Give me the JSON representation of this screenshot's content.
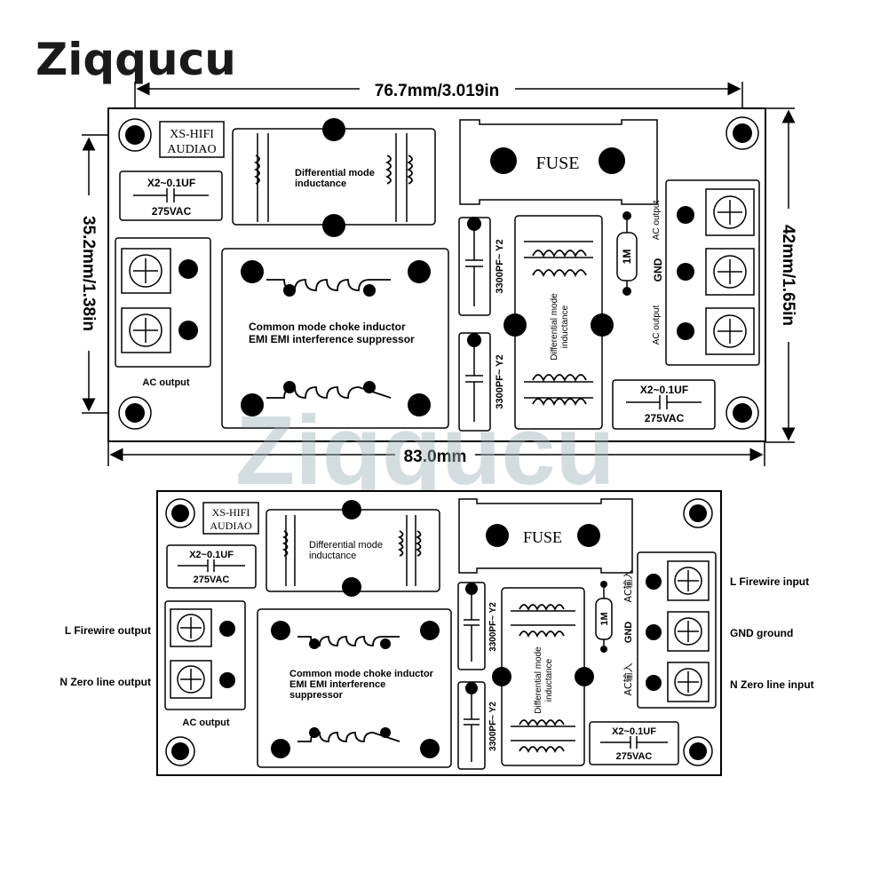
{
  "brand": {
    "logo": "Ziqqucu",
    "watermark": "Ziqqucu",
    "logo_color": "#0a8a7a"
  },
  "dimensions": {
    "top_width": "76.7mm/3.019in",
    "bottom_width": "83.0mm",
    "left_height": "35.2mm/1.38in",
    "right_height": "42mm/1.65in"
  },
  "top_board": {
    "brand_line1": "XS-HIFI",
    "brand_line2": "AUDIAO",
    "cap_x2_left": {
      "value": "X2~0.1UF",
      "voltage": "275VAC"
    },
    "cap_x2_right": {
      "value": "X2~0.1UF",
      "voltage": "275VAC"
    },
    "diff_inductor_top": [
      "Differential mode",
      "inductance"
    ],
    "fuse": "FUSE",
    "common_mode": [
      "Common mode choke inductor",
      "EMI EMI interference suppressor"
    ],
    "y2_cap_1": "3300PF~ Y2",
    "y2_cap_2": "3300PF~ Y2",
    "diff_inductor_mid": [
      "Differential mode",
      "inductance"
    ],
    "resistor": "1M",
    "right_terminals": [
      "AC output",
      "GND",
      "AC output"
    ],
    "left_terminal_label": "AC output"
  },
  "bottom_board": {
    "brand_line1": "XS-HIFI",
    "brand_line2": "AUDIAO",
    "cap_x2_left": {
      "value": "X2~0.1UF",
      "voltage": "275VAC"
    },
    "cap_x2_right": {
      "value": "X2~0.1UF",
      "voltage": "275VAC"
    },
    "diff_inductor_top": [
      "Differential mode",
      "inductance"
    ],
    "fuse": "FUSE",
    "common_mode": [
      "Common mode choke inductor",
      "EMI EMI interference",
      "suppressor"
    ],
    "y2_cap_1": "3300PF~ Y2",
    "y2_cap_2": "3300PF~ Y2",
    "diff_inductor_mid": [
      "Differential mode",
      "inductance"
    ],
    "resistor": "1M",
    "right_terminals": [
      "AC输入",
      "GND",
      "AC输入"
    ],
    "left_terminal_label": "AC output",
    "left_outside": [
      "L Firewire output",
      "N Zero line output"
    ],
    "right_outside": [
      "L Firewire input",
      "GND ground",
      "N Zero line input"
    ]
  }
}
